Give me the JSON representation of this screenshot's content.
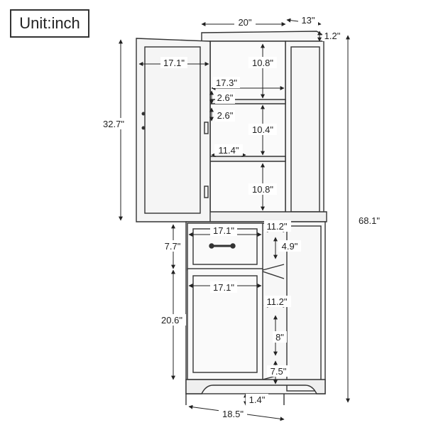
{
  "unit_label": "Unit:inch",
  "dimensions": {
    "top_width": "20\"",
    "top_depth": "13\"",
    "top_thickness": "1.2\"",
    "door_width": "17.1\"",
    "upper_shelf_gap": "10.8\"",
    "inner_width": "17.3\"",
    "adjust_1": "2.6\"",
    "adjust_2": "2.6\"",
    "middle_shelf_gap": "10.4\"",
    "door_height": "32.7\"",
    "shelf_depth": "11.4\"",
    "lower_shelf_gap": "10.8\"",
    "total_height": "68.1\"",
    "drawer_width": "17.1\"",
    "drawer_depth": "11.2\"",
    "drawer_front_height": "7.7\"",
    "drawer_inner_height": "4.9\"",
    "cabinet_inner_width": "17.1\"",
    "cabinet_depth": "11.2\"",
    "cabinet_door_height": "20.6\"",
    "cabinet_inner_height": "8\"",
    "bottom_gap": "7.5\"",
    "leg_height": "1.4\"",
    "base_width": "18.5\""
  }
}
